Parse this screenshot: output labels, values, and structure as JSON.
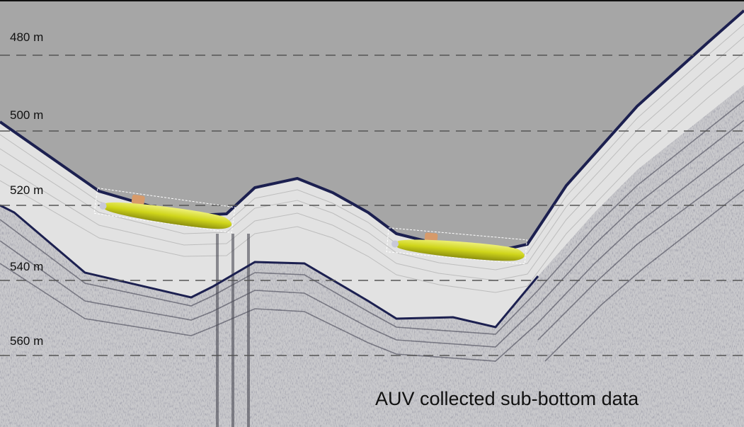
{
  "caption": "AUV collected sub-bottom data",
  "depth_labels": [
    "480 m",
    "500 m",
    "520 m",
    "540 m",
    "560 m"
  ],
  "colors": {
    "water": "#a6a6a6",
    "seafloor_line": "#1c2050",
    "sediment_light": "#e4e4e4",
    "sediment_dark": "#5a5a6a",
    "auv_body": "#d2d81e",
    "auv_tower": "#d79a6a",
    "gridline": "#555555"
  },
  "objects": [
    "auv-vehicle",
    "auv-vehicle"
  ]
}
